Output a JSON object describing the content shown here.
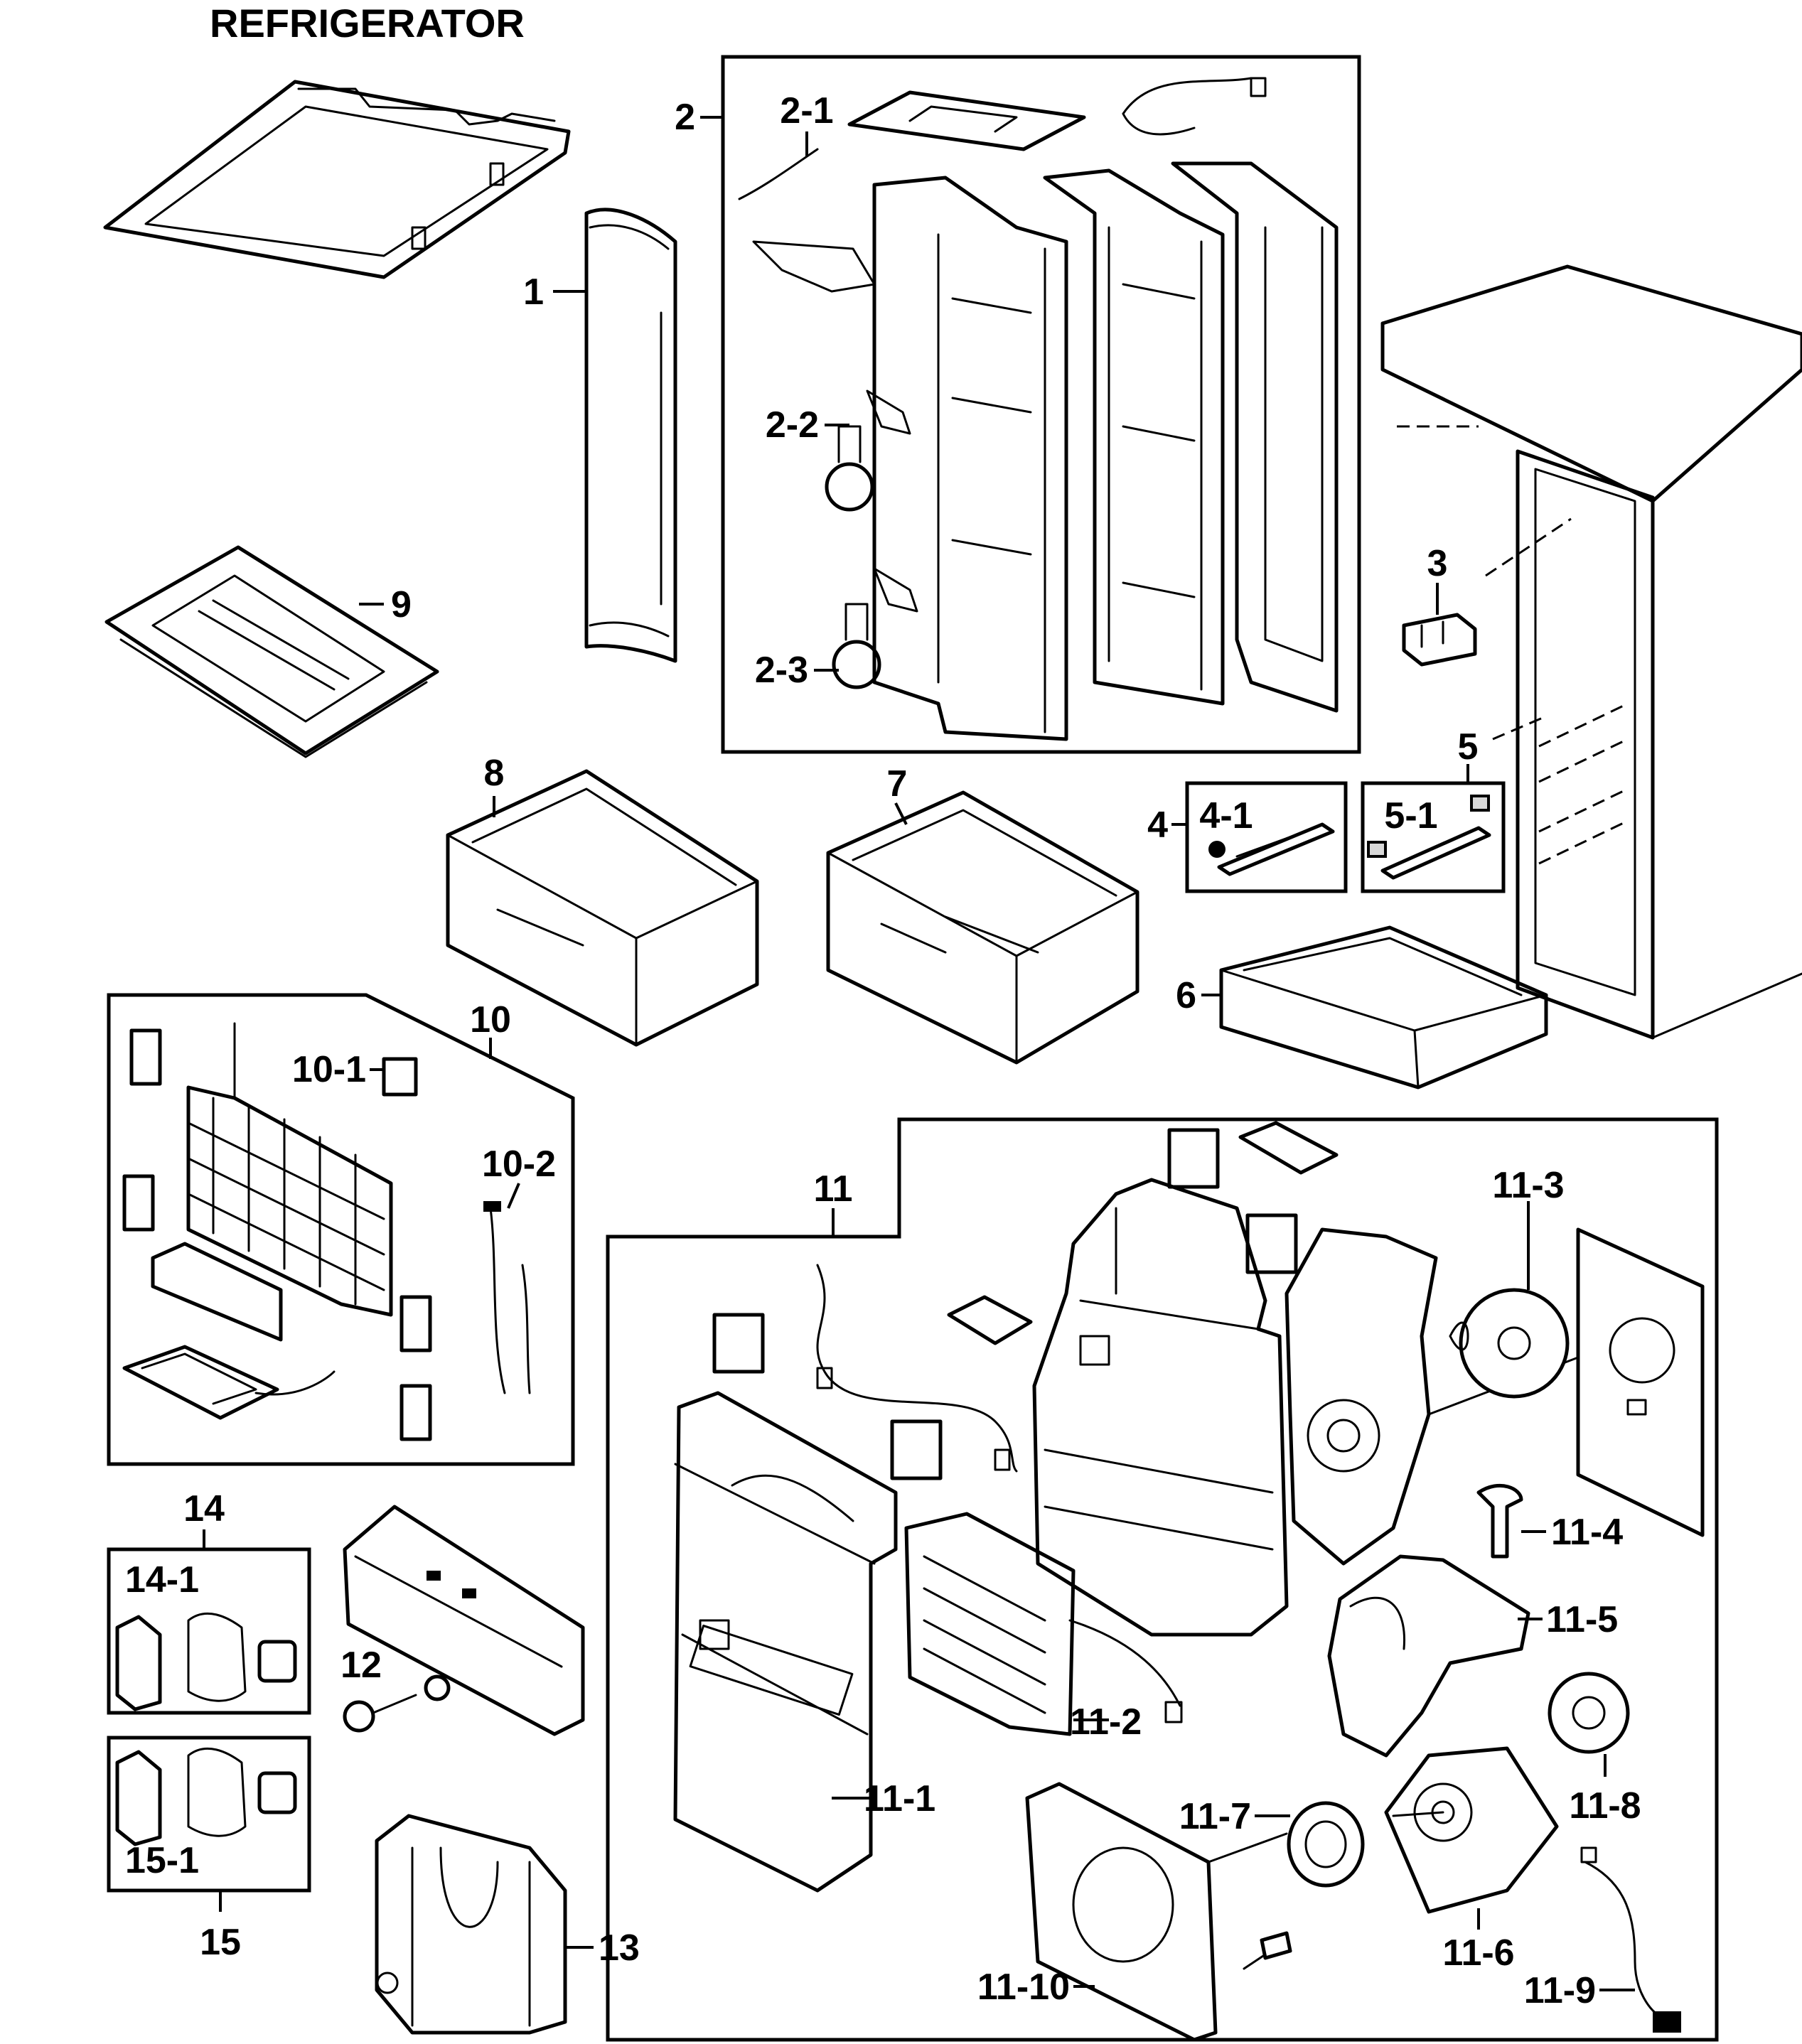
{
  "title": "REFRIGERATOR",
  "labels": {
    "p1": "1",
    "p2": "2",
    "p2_1": "2-1",
    "p2_2": "2-2",
    "p2_3": "2-3",
    "p3": "3",
    "p4": "4",
    "p4_1": "4-1",
    "p5": "5",
    "p5_1": "5-1",
    "p6": "6",
    "p7": "7",
    "p8": "8",
    "p9": "9",
    "p10": "10",
    "p10_1": "10-1",
    "p10_2": "10-2",
    "p11": "11",
    "p11_1": "11-1",
    "p11_2": "11-2",
    "p11_3": "11-3",
    "p11_4": "11-4",
    "p11_5": "11-5",
    "p11_6": "11-6",
    "p11_7": "11-7",
    "p11_8": "11-8",
    "p11_9": "11-9",
    "p11_10": "11-10",
    "p12": "12",
    "p13": "13",
    "p14": "14",
    "p14_1": "14-1",
    "p15": "15",
    "p15_1": "15-1"
  }
}
